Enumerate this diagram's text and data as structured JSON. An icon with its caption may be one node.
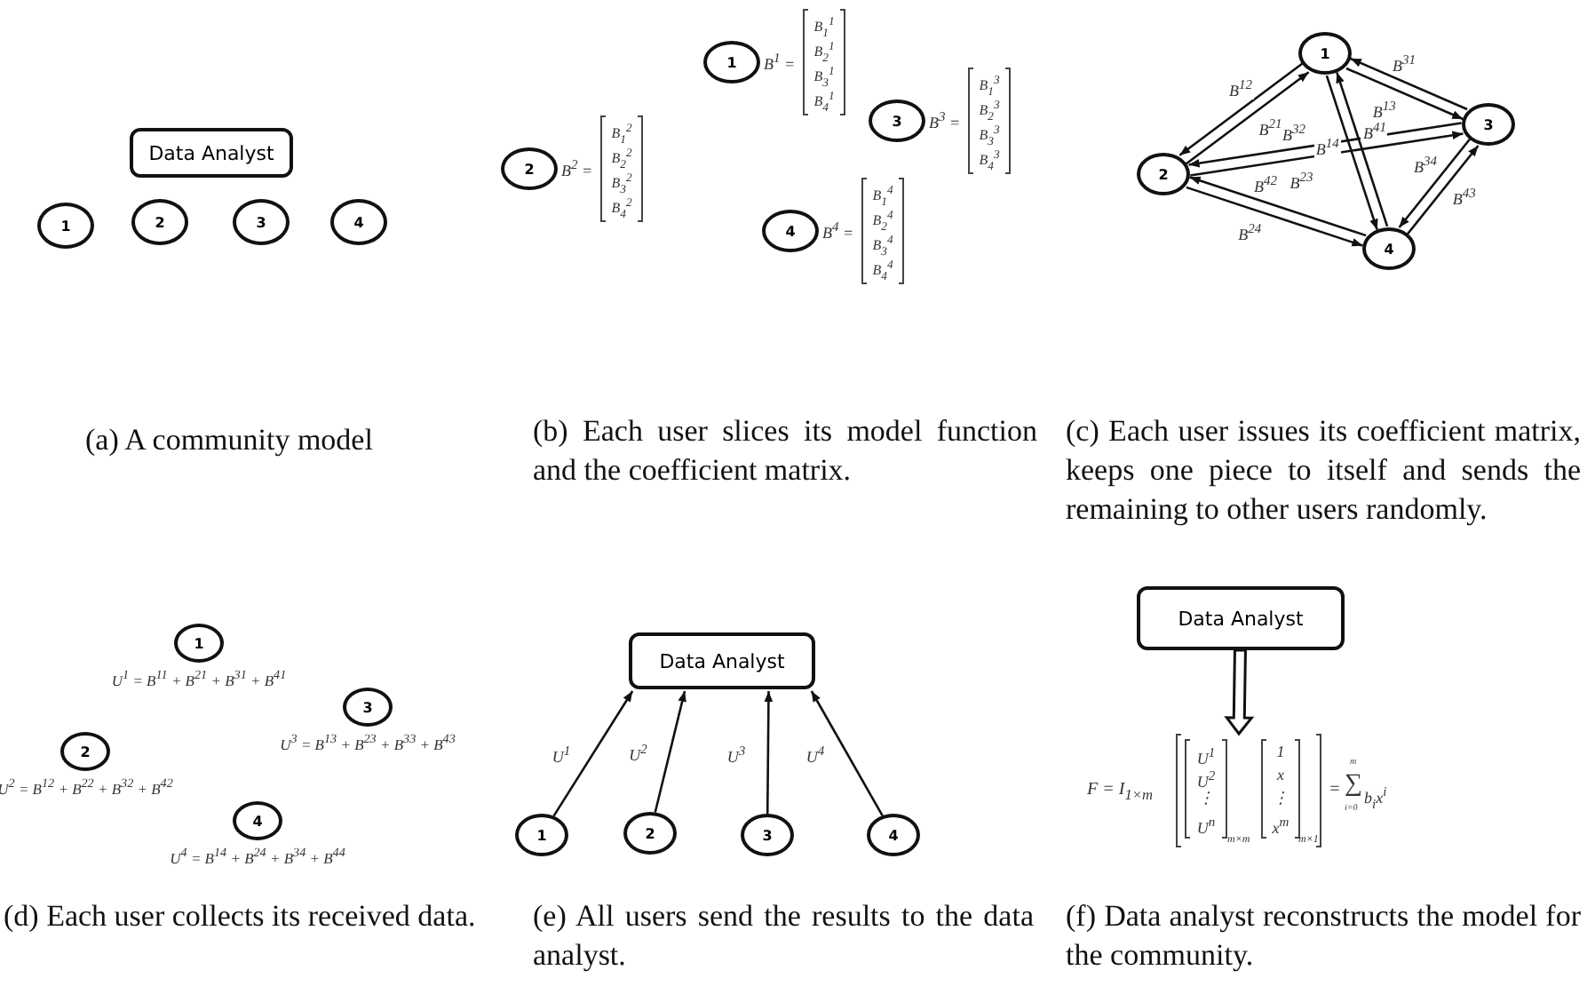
{
  "diagram": {
    "nodes": [
      {
        "text": [
          "Data Analyst"
        ]
      },
      {
        "text": [
          "1"
        ]
      },
      {
        "text": [
          "2"
        ]
      },
      {
        "text": [
          "3"
        ]
      },
      {
        "text": [
          "4"
        ]
      },
      {
        "text": [
          "1"
        ],
        "beside": [
          "B$^{1}$ =",
          "B$_{1}$$^{1}$",
          "B$_{2}$$^{1}$",
          "B$_{3}$$^{1}$",
          "B$_{4}$$^{1}$"
        ]
      },
      {
        "text": [
          "2"
        ],
        "beside": [
          "B$^{2}$ =",
          "B$_{1}$$^{2}$",
          "B$_{2}$$^{2}$",
          "B$_{3}$$^{2}$",
          "B$_{4}$$^{2}$"
        ]
      },
      {
        "text": [
          "3"
        ],
        "beside": [
          "B$^{3}$ =",
          "B$_{1}$$^{3}$",
          "B$_{2}$$^{3}$",
          "B$_{3}$$^{3}$",
          "B$_{4}$$^{3}$"
        ]
      },
      {
        "text": [
          "4"
        ],
        "beside": [
          "B$^{4}$ =",
          "B$_{1}$$^{4}$",
          "B$_{2}$$^{4}$",
          "B$_{3}$$^{4}$",
          "B$_{4}$$^{4}$"
        ]
      },
      {
        "text": [
          "1"
        ]
      },
      {
        "text": [
          "2"
        ]
      },
      {
        "text": [
          "3"
        ]
      },
      {
        "text": [
          "4"
        ]
      },
      {
        "text": [
          "1"
        ],
        "beside": [
          "U$^{1}$ = B$^{11}$ + B$^{21}$ + B$^{31}$ + B$^{41}$"
        ]
      },
      {
        "text": [
          "2"
        ],
        "beside": [
          "U$^{2}$ = B$^{12}$ + B$^{22}$ + B$^{32}$ + B$^{42}$"
        ]
      },
      {
        "text": [
          "3"
        ],
        "beside": [
          "U$^{3}$ = B$^{13}$ + B$^{23}$ + B$^{33}$ + B$^{43}$"
        ]
      },
      {
        "text": [
          "4"
        ],
        "beside": [
          "U$^{4}$ = B$^{14}$ + B$^{24}$ + B$^{34}$ + B$^{44}$"
        ]
      },
      {
        "text": [
          "Data Analyst"
        ]
      },
      {
        "text": [
          "1"
        ]
      },
      {
        "text": [
          "2"
        ]
      },
      {
        "text": [
          "3"
        ]
      },
      {
        "text": [
          "4"
        ]
      },
      {
        "text": [
          "Data Analyst"
        ]
      },
      {
        "text": [
          "F = I$_{1×m}$",
          "U$^{1}$",
          "U$^{2}$",
          "⋮",
          "U$^{n}$",
          "m×m",
          "1",
          "x",
          "⋮",
          "x$^{m}$",
          "m×1",
          "=",
          "m",
          "∑",
          "i=0",
          "b$_{i}$x$^{i}$"
        ]
      }
    ],
    "edges": [
      {
        "from": 9,
        "to": 10,
        "arrow": "to",
        "label": "B$^{12}$"
      },
      {
        "from": 10,
        "to": 9,
        "arrow": "to",
        "label": "B$^{21}$"
      },
      {
        "from": 9,
        "to": 11,
        "arrow": "to",
        "label": "B$^{13}$"
      },
      {
        "from": 11,
        "to": 9,
        "arrow": "to",
        "label": "B$^{31}$"
      },
      {
        "from": 9,
        "to": 12,
        "arrow": "to",
        "label": "B$^{14}$"
      },
      {
        "from": 12,
        "to": 9,
        "arrow": "to",
        "label": "B$^{41}$"
      },
      {
        "from": 10,
        "to": 11,
        "arrow": "to",
        "label": "B$^{23}$"
      },
      {
        "from": 11,
        "to": 10,
        "arrow": "to",
        "label": "B$^{32}$"
      },
      {
        "from": 10,
        "to": 12,
        "arrow": "to",
        "label": "B$^{24}$"
      },
      {
        "from": 12,
        "to": 10,
        "arrow": "to",
        "label": "B$^{42}$"
      },
      {
        "from": 11,
        "to": 12,
        "arrow": "to",
        "label": "B$^{34}$"
      },
      {
        "from": 12,
        "to": 11,
        "arrow": "to",
        "label": "B$^{43}$"
      },
      {
        "from": 18,
        "to": 17,
        "arrow": "to",
        "label": "U$^{1}$"
      },
      {
        "from": 19,
        "to": 17,
        "arrow": "to",
        "label": "U$^{2}$"
      },
      {
        "from": 20,
        "to": 17,
        "arrow": "to",
        "label": "U$^{3}$"
      },
      {
        "from": 21,
        "to": 17,
        "arrow": "to",
        "label": "U$^{4}$"
      },
      {
        "from": 22,
        "to": 23,
        "arrow": "to",
        "style": "thick"
      }
    ],
    "labels": [
      "(a) A community model",
      "(b) Each user slices its model function and the coefficient matrix.",
      "(c) Each user issues its coefficient matrix, keeps one piece to itself and sends the remaining to other users randomly.",
      "(d) Each user collects its received data.",
      "(e) All users send the results to the data analyst.",
      "(f) Data analyst reconstructs the model for the community."
    ]
  }
}
